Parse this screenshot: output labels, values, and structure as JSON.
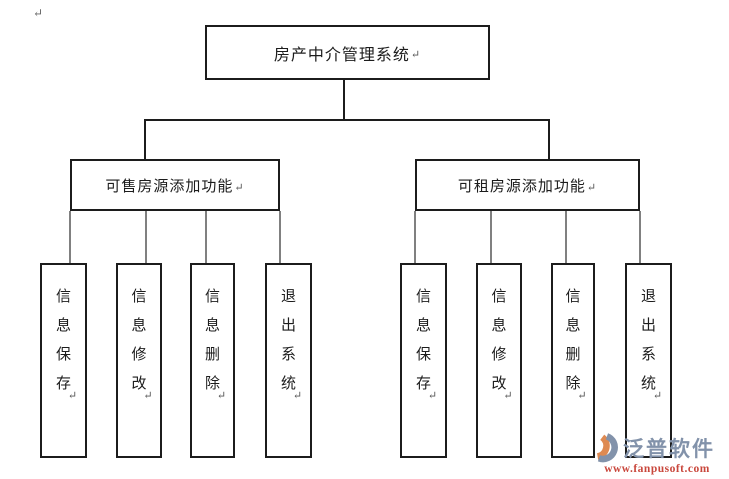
{
  "icons": {
    "return_glyph": "↵"
  },
  "tree": {
    "root": {
      "label": "房产中介管理系统"
    },
    "branches": [
      {
        "label": "可售房源添加功能",
        "leaves": [
          {
            "label": "信息保存"
          },
          {
            "label": "信息修改"
          },
          {
            "label": "信息删除"
          },
          {
            "label": "退出系统"
          }
        ]
      },
      {
        "label": "可租房源添加功能",
        "leaves": [
          {
            "label": "信息保存"
          },
          {
            "label": "信息修改"
          },
          {
            "label": "信息删除"
          },
          {
            "label": "退出系统"
          }
        ]
      }
    ]
  },
  "watermark": {
    "brand": "泛普软件",
    "url": "www.fanpusoft.com"
  },
  "colors": {
    "box_border": "#1c1c1c",
    "connector_black": "#1c1c1c",
    "connector_gray": "#808080",
    "brand_blue": "#8292aa",
    "url_red": "#c9473c",
    "logo_orange": "#de8a52",
    "logo_blue": "#8292aa"
  }
}
